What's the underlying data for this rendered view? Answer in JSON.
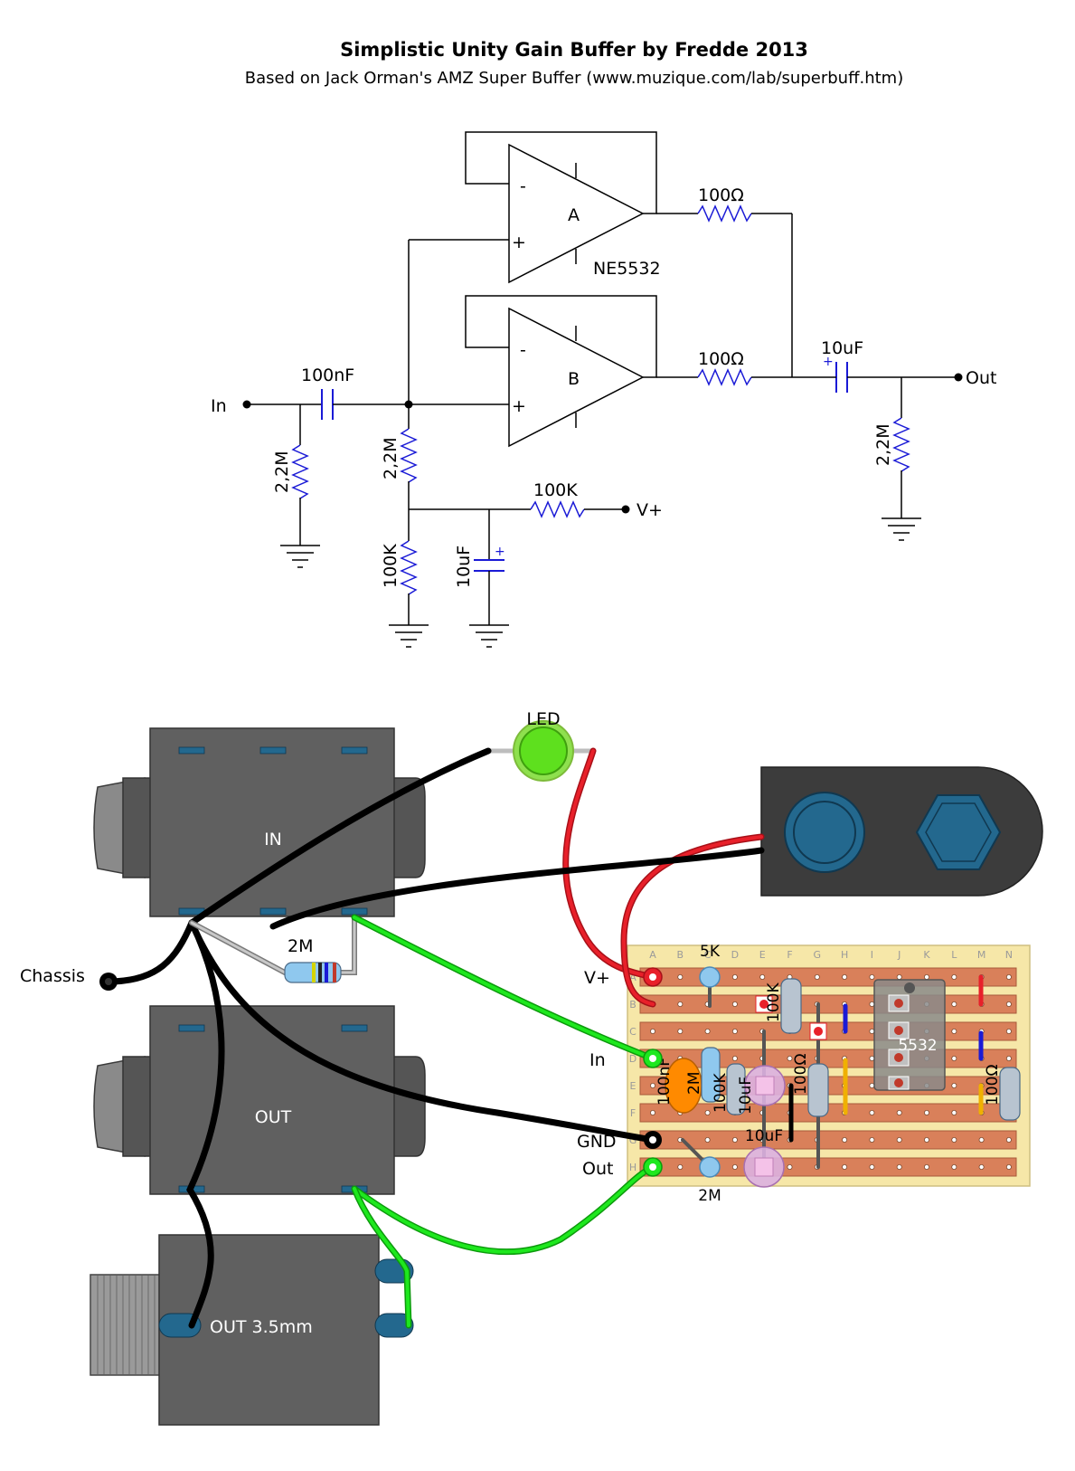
{
  "header": {
    "title": "Simplistic Unity Gain Buffer by Fredde 2013",
    "subtitle": "Based on Jack Orman's AMZ Super Buffer (www.muzique.com/lab/superbuff.htm)"
  },
  "schematic": {
    "opamp_a": {
      "label": "A",
      "minus": "-",
      "plus": "+"
    },
    "opamp_b": {
      "label": "B",
      "minus": "-",
      "plus": "+"
    },
    "ic_label": "NE5532",
    "in_label": "In",
    "out_label": "Out",
    "vplus_label": "V+",
    "c_in": "100nF",
    "c_out": "10uF",
    "c_bias": "10uF",
    "cap_polarity": "+",
    "r_out_a": "100Ω",
    "r_out_b": "100Ω",
    "r_in": "2,2M",
    "r_bias": "2,2M",
    "r_out_load": "2,2M",
    "r_supply": "100K",
    "r_div_low": "100K"
  },
  "wiring": {
    "jack_in": "IN",
    "jack_out": "OUT",
    "jack_mini": "OUT 3.5mm",
    "led": "LED",
    "chassis": "Chassis",
    "resistor_2m": "2M"
  },
  "board": {
    "columns": [
      "A",
      "B",
      "C",
      "D",
      "E",
      "F",
      "G",
      "H",
      "I",
      "J",
      "K",
      "L",
      "M",
      "N"
    ],
    "rows": [
      "A",
      "B",
      "C",
      "D",
      "E",
      "F",
      "G",
      "H"
    ],
    "labels": {
      "vplus": "V+",
      "in": "In",
      "gnd": "GND",
      "out": "Out",
      "trim_5k": "5K",
      "r_2m": "2M",
      "ic": "5532",
      "c_100nf": "100nF",
      "r_2m_vert": "2M",
      "r_100k_a": "100K",
      "c_10uf_a": "10uF",
      "r_100k_b": "100K",
      "r_100_a": "100Ω",
      "r_100_b": "100Ω",
      "c_10uf_b": "10uF"
    }
  },
  "colors": {
    "schematic_component": "#1a1ad6",
    "strip_copper": "#d9805a",
    "board_base": "#f6e7a8",
    "jack_body": "#606060",
    "wire_red": "#e8202a",
    "wire_green": "#1ee81e",
    "wire_black": "#000000",
    "led_green": "#5ee01e",
    "dc_jack": "#3c3c3c",
    "jack_tab": "#23688e"
  }
}
